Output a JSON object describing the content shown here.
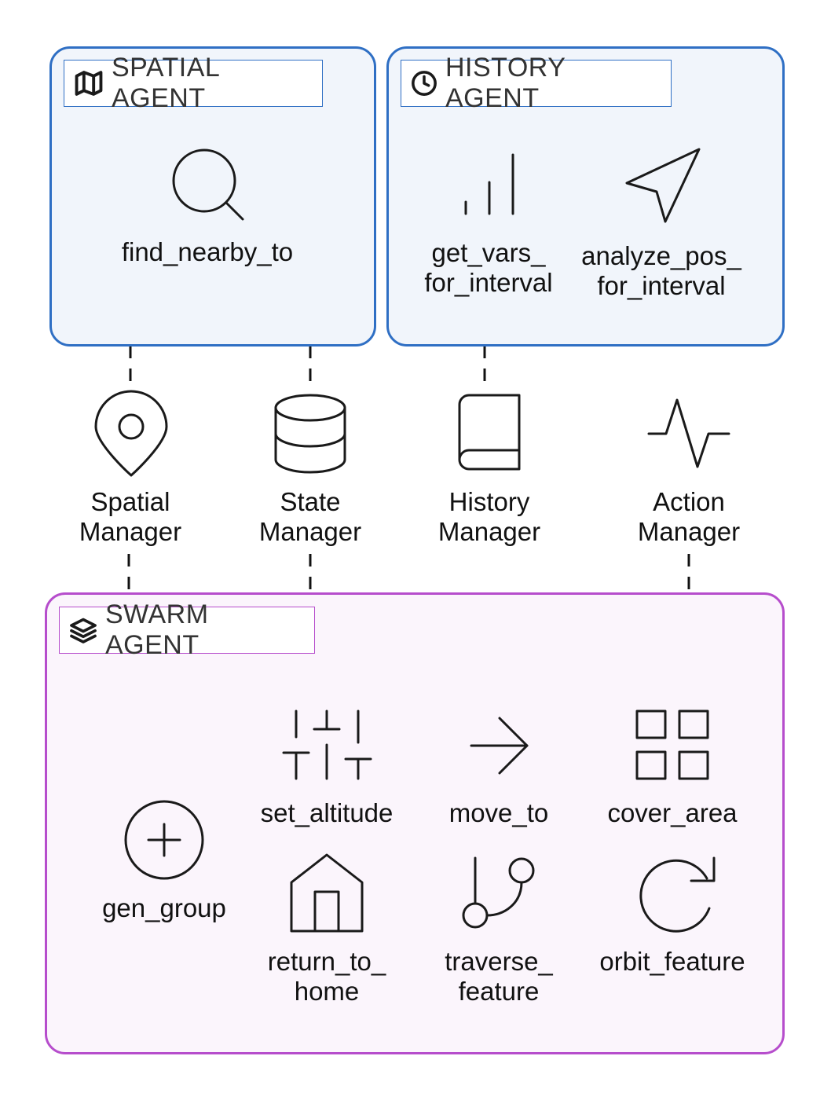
{
  "spatial_agent": {
    "title": "SPATIAL AGENT",
    "icon": "map-icon",
    "tools": [
      {
        "label": "find_nearby_to",
        "icon": "search-icon"
      }
    ]
  },
  "history_agent": {
    "title": "HISTORY AGENT",
    "icon": "clock-icon",
    "tools": [
      {
        "label": "get_vars_\nfor_interval",
        "icon": "bar-chart-icon"
      },
      {
        "label": "analyze_pos_\nfor_interval",
        "icon": "navigation-arrow-icon"
      }
    ]
  },
  "managers": [
    {
      "label": "Spatial\nManager",
      "icon": "map-pin-icon"
    },
    {
      "label": "State\nManager",
      "icon": "database-icon"
    },
    {
      "label": "History\nManager",
      "icon": "book-icon"
    },
    {
      "label": "Action\nManager",
      "icon": "activity-icon"
    }
  ],
  "swarm_agent": {
    "title": "SWARM AGENT",
    "icon": "layers-icon",
    "tools": [
      {
        "label": "gen_group",
        "icon": "plus-circle-icon"
      },
      {
        "label": "set_altitude",
        "icon": "sliders-icon"
      },
      {
        "label": "move_to",
        "icon": "arrow-right-icon"
      },
      {
        "label": "cover_area",
        "icon": "grid-icon"
      },
      {
        "label": "return_to_\nhome",
        "icon": "home-icon"
      },
      {
        "label": "traverse_\nfeature",
        "icon": "git-branch-icon"
      },
      {
        "label": "orbit_feature",
        "icon": "rotate-cw-icon"
      }
    ]
  },
  "colors": {
    "blue": "#2f6fc4",
    "purple": "#b64dcc"
  }
}
